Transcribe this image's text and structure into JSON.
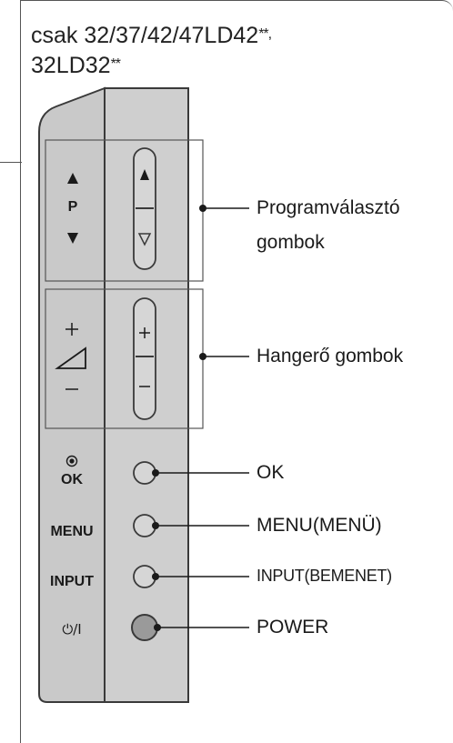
{
  "title": {
    "line1": "csak 32/37/42/47LD42",
    "line1_suffix": "**,",
    "line2": "32LD32",
    "line2_suffix": "**"
  },
  "panel_labels": {
    "program_symbol": "P",
    "ok": "OK",
    "menu": "MENU",
    "input": "INPUT",
    "power_symbol": "⏻/I"
  },
  "callouts": {
    "program_line1": "Programválasztó",
    "program_line2": "gombok",
    "volume": "Hangerő gombok",
    "ok": "OK",
    "menu": "MENU(MENÜ)",
    "input": "INPUT(BEMENET)",
    "power": "POWER"
  },
  "colors": {
    "panel_left": "#c9c9c9",
    "panel_right": "#cfcfcf",
    "button_fill": "#d6d6d6",
    "outline": "#3a3a3a"
  }
}
